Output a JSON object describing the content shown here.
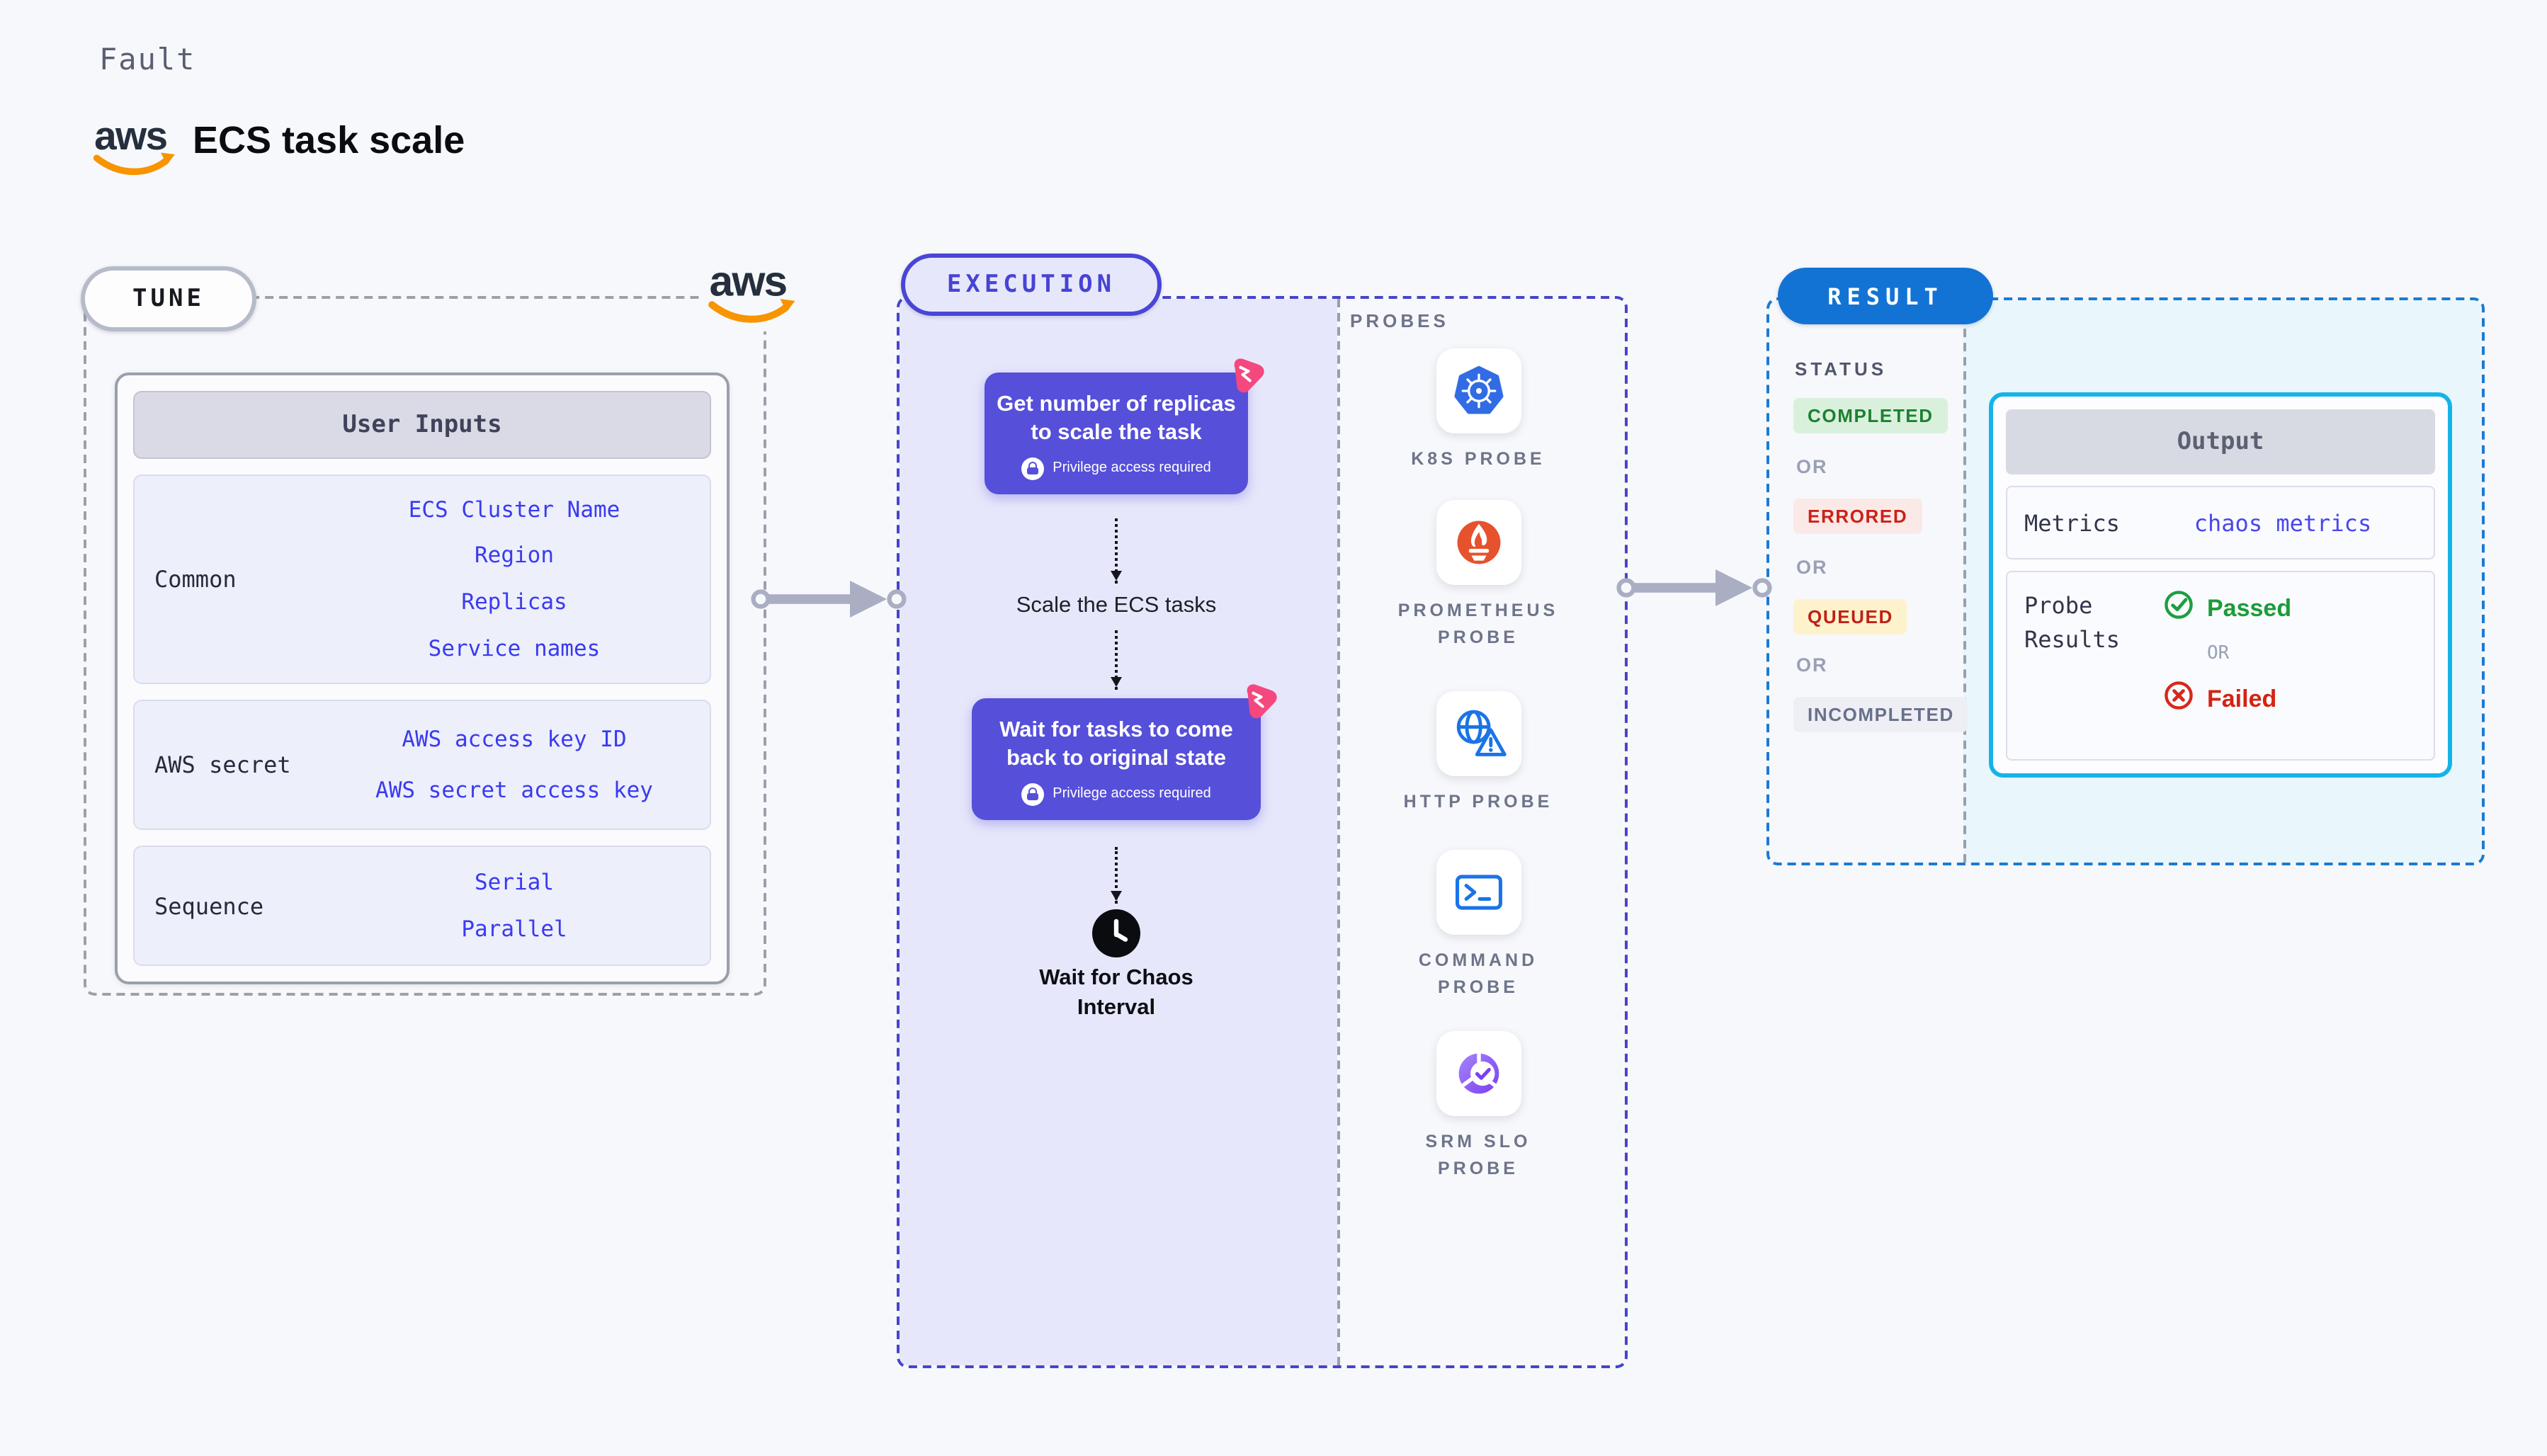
{
  "header": {
    "kicker": "Fault",
    "title": "ECS task scale",
    "aws_logo_text": "aws"
  },
  "tune": {
    "pill": "TUNE",
    "table_header": "User Inputs",
    "rows": [
      {
        "label": "Common",
        "items": [
          "ECS Cluster Name",
          "Region",
          "Replicas",
          "Service names"
        ]
      },
      {
        "label": "AWS secret",
        "items": [
          "AWS access key ID",
          "AWS secret access key"
        ]
      },
      {
        "label": "Sequence",
        "items": [
          "Serial",
          "Parallel"
        ]
      }
    ]
  },
  "execution": {
    "pill": "EXECUTION",
    "step1_title": "Get number of replicas to scale the task",
    "privilege": "Privilege access required",
    "step2_text": "Scale the ECS tasks",
    "step3_title": "Wait for tasks to come back to original state",
    "step4_text": "Wait for Chaos Interval"
  },
  "probes": {
    "heading": "PROBES",
    "items": [
      {
        "icon": "k8s-icon",
        "name": "K8S PROBE"
      },
      {
        "icon": "prometheus-icon",
        "name": "PROMETHEUS PROBE"
      },
      {
        "icon": "http-icon",
        "name": "HTTP PROBE"
      },
      {
        "icon": "command-icon",
        "name": "COMMAND PROBE"
      },
      {
        "icon": "srm-slo-icon",
        "name": "SRM SLO PROBE"
      }
    ]
  },
  "result": {
    "pill": "RESULT",
    "status_heading": "STATUS",
    "or": "OR",
    "badges": {
      "completed": "COMPLETED",
      "errored": "ERRORED",
      "queued": "QUEUED",
      "incompleted": "INCOMPLETED"
    },
    "output": {
      "header": "Output",
      "metrics_label": "Metrics",
      "metrics_link": "chaos metrics",
      "probe_results_label": "Probe Results",
      "passed": "Passed",
      "or": "OR",
      "failed": "Failed"
    }
  },
  "colors": {
    "purple_card": "#564fd9",
    "pink_badge": "#f4487e",
    "tune_border": "#9aa1ab",
    "execution_border": "#4644cb",
    "result_border": "#1b7ad4",
    "output_border": "#16b3e9",
    "result_pill_blue": "#1273d4",
    "link_indigo": "#3a3af0",
    "arrow_gray": "#a9aec2",
    "lavender_fill": "#e7e7fb",
    "cyan_fill": "#e9f7fd"
  }
}
